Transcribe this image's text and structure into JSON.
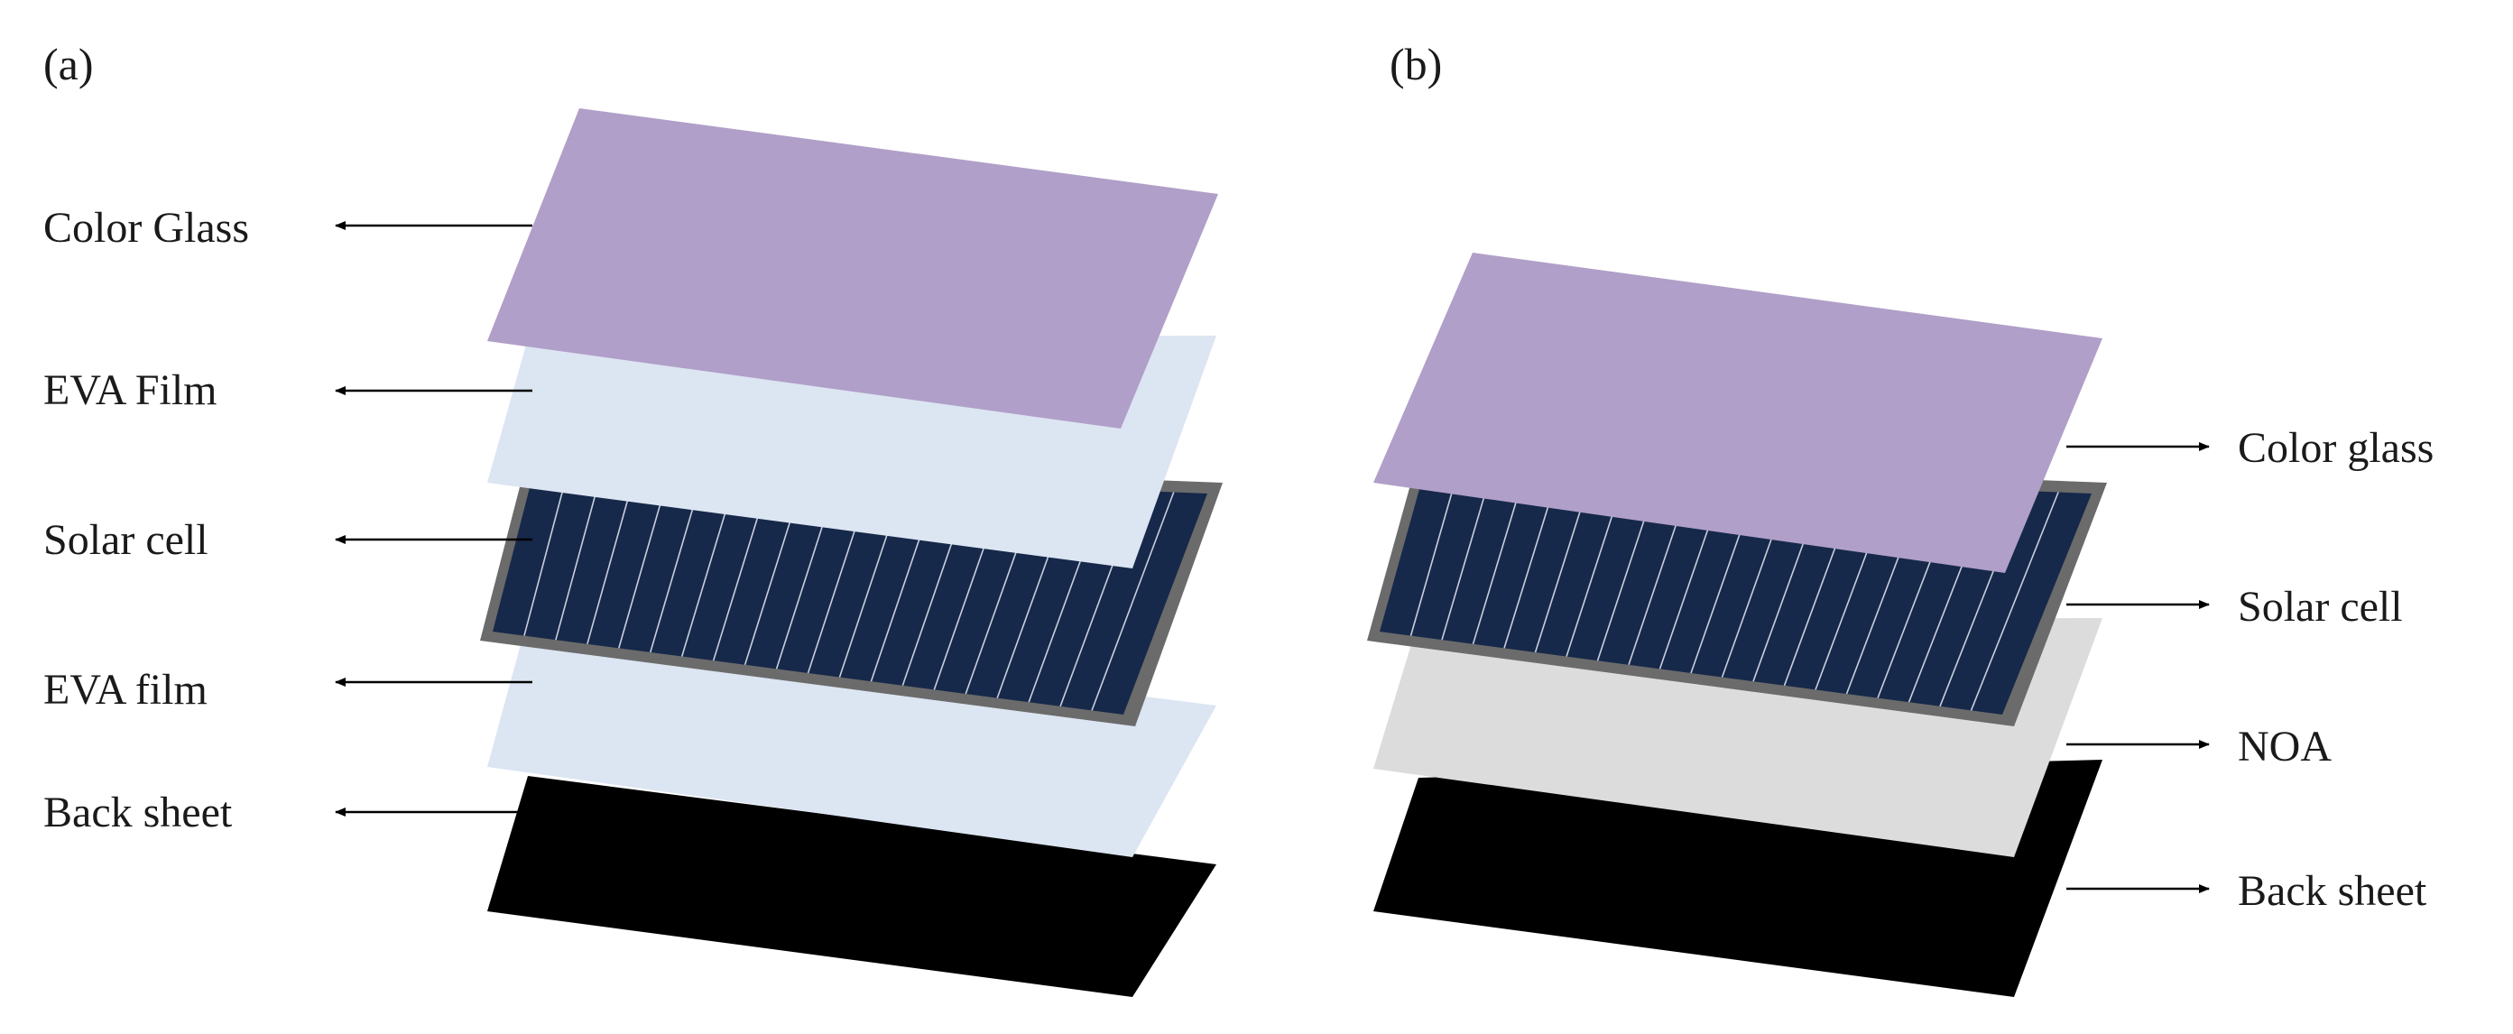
{
  "panel_a": {
    "label": "(a)",
    "layers": {
      "color_glass": "Color Glass",
      "eva_film_top": "EVA Film",
      "solar_cell": "Solar cell",
      "eva_film_bottom": "EVA film",
      "back_sheet": "Back sheet"
    }
  },
  "panel_b": {
    "label": "(b)",
    "layers": {
      "color_glass": "Color glass",
      "solar_cell": "Solar cell",
      "noa": "NOA",
      "back_sheet": "Back sheet"
    }
  },
  "colors": {
    "color_glass": "#b09fc8",
    "eva_film": "#dce5f2",
    "solar_cell_fill": "#17294a",
    "solar_cell_frame": "#6b6b6b",
    "cell_lines": "#c8cfdc",
    "noa": "#dcdcdc",
    "back_sheet": "#000000",
    "arrow": "#000000"
  }
}
